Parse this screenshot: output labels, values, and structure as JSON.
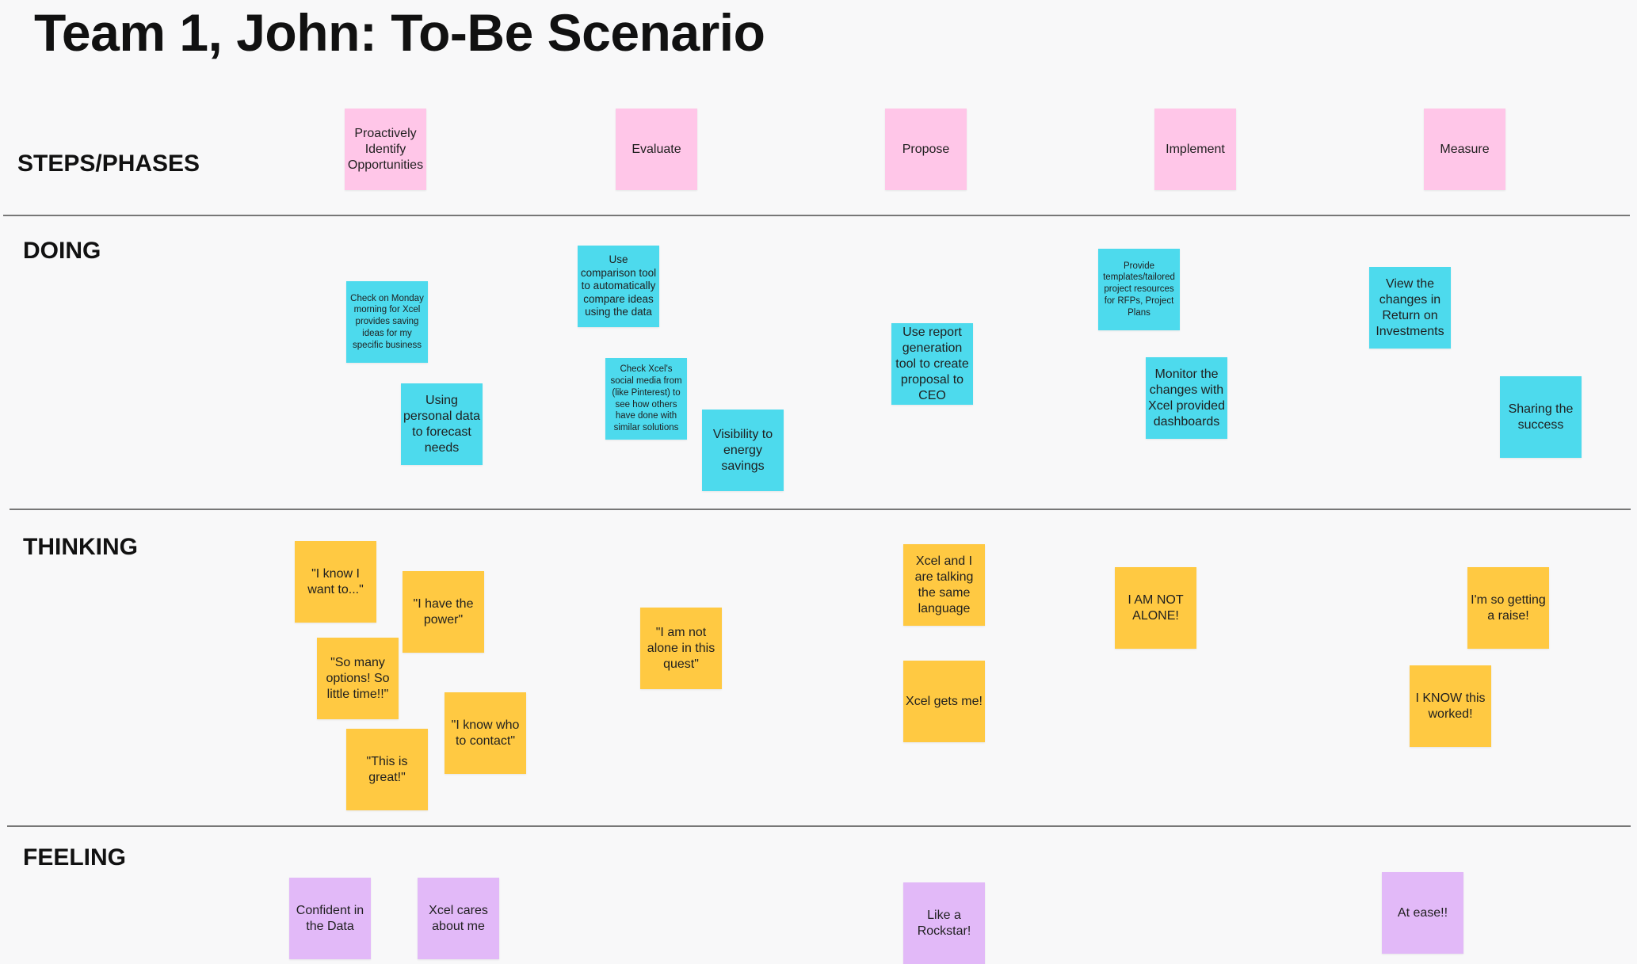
{
  "board": {
    "title": "Team 1, John: To-Be Scenario",
    "rows": {
      "steps": "STEPS/PHASES",
      "doing": "DOING",
      "thinking": "THINKING",
      "feeling": "FEELING"
    }
  },
  "colors": {
    "phase_note": "#ffc6e8",
    "doing_note": "#4ddaed",
    "thinking_note": "#ffc942",
    "feeling_note": "#e2b9f8",
    "background": "#f8f8f9"
  },
  "phases": [
    "Proactively Identify Opportunities",
    "Evaluate",
    "Propose",
    "Implement",
    "Measure"
  ],
  "doing": [
    "Check on Monday morning for Xcel provides saving ideas for my specific business",
    "Using personal data to forecast needs",
    "Use comparison tool to automatically compare ideas using the data",
    "Check Xcel's social media from (like Pinterest) to see how others have done with similar solutions",
    "Visibility to energy savings",
    "Use report generation tool to create proposal to CEO",
    "Provide templates/tailored project resources for RFPs, Project Plans",
    "Monitor the changes with Xcel provided dashboards",
    "View the changes in Return on Investments",
    "Sharing the success"
  ],
  "thinking": [
    "\"I know I want to...\"",
    "\"I have the power\"",
    "\"So many options! So little time!!\"",
    "\"I know who to contact\"",
    "\"This is great!\"",
    "\"I am not alone in this quest\"",
    "Xcel and I are talking the same language",
    "Xcel gets me!",
    "I AM NOT ALONE!",
    "I'm so getting a raise!",
    "I KNOW this worked!"
  ],
  "feeling": [
    "Confident in the Data",
    "Xcel cares about me",
    "Like a Rockstar!",
    "At ease!!"
  ]
}
